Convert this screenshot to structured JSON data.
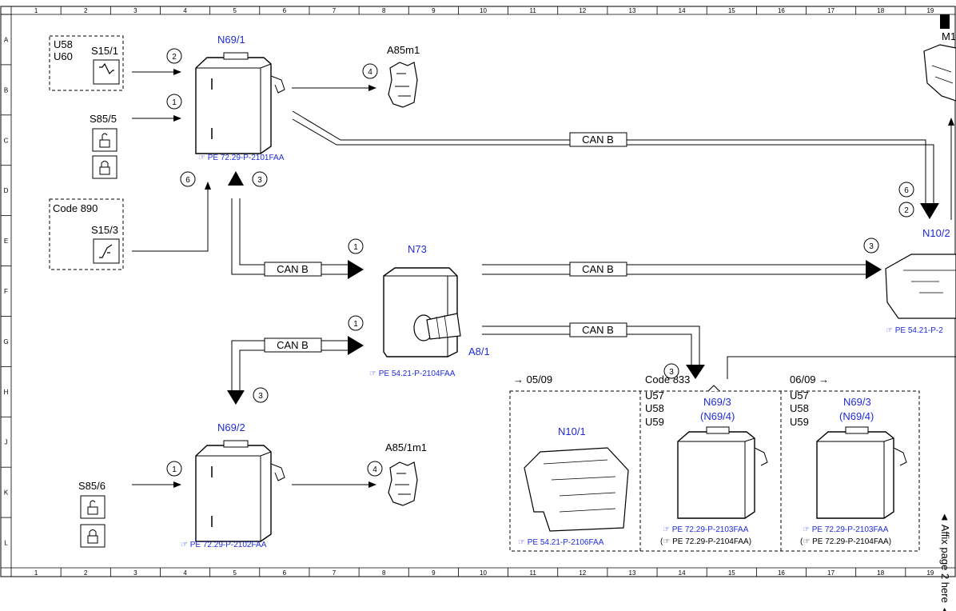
{
  "grid": {
    "columns": [
      "1",
      "2",
      "3",
      "4",
      "5",
      "6",
      "7",
      "8",
      "9",
      "10",
      "11",
      "12",
      "13",
      "14",
      "15",
      "16",
      "17",
      "18",
      "19"
    ],
    "rows": [
      "A",
      "B",
      "C",
      "D",
      "E",
      "F",
      "G",
      "H",
      "J",
      "K",
      "L"
    ]
  },
  "labels": {
    "n69_1": "N69/1",
    "n69_2": "N69/2",
    "n73": "N73",
    "a8_1": "A8/1",
    "a85m1": "A85m1",
    "a85_1m1": "A85/1m1",
    "n10_2": "N10/2",
    "m1": "M1",
    "u58": "U58",
    "u60": "U60",
    "s15_1": "S15/1",
    "s85_5": "S85/5",
    "s85_6": "S85/6",
    "code890": "Code 890",
    "s15_3": "S15/3",
    "can_b": "CAN B",
    "box1_date": "→ 05/09",
    "n10_1": "N10/1",
    "code833": "Code 833",
    "u57": "U57",
    "u58b": "U58",
    "u59": "U59",
    "n69_3": "N69/3",
    "n69_4p": "(N69/4)",
    "box3_date": "06/09 →",
    "affix": "◄ Affix page 2 here ◄"
  },
  "refs": {
    "r1": "PE 72.29-P-2101FAA",
    "r2": "PE 72.29-P-2102FAA",
    "r3": "PE 54.21-P-2104FAA",
    "r4": "PE 54.21-P-2106FAA",
    "r5": "PE 72.29-P-2103FAA",
    "r6": "PE 72.29-P-2104FAA)",
    "r7": "PE 54.21-P-2",
    "paren": "("
  },
  "circles": {
    "c1": "2",
    "c2": "1",
    "c3": "6",
    "c4": "3",
    "c5": "4",
    "c6": "1",
    "c7": "1",
    "c8": "3",
    "c9": "1",
    "c10": "4",
    "c11": "3",
    "c12": "6",
    "c13": "2",
    "c14": "3"
  }
}
